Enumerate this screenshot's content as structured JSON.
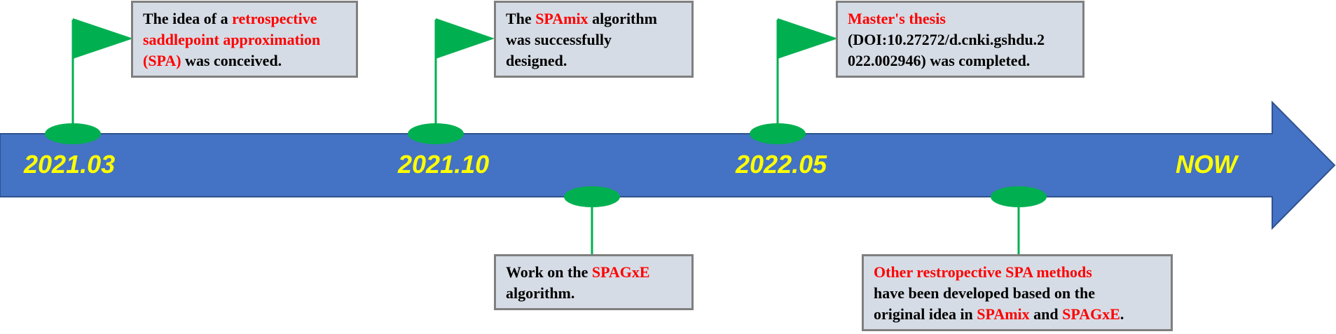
{
  "colors": {
    "arrow": "#4472c4",
    "marker": "#00b050",
    "note_fill": "#d6dce5",
    "note_border": "#7f7f7f",
    "date_text": "#ffff00",
    "highlight": "#ff0000"
  },
  "dates": {
    "d1": "2021.03",
    "d2": "2021.10",
    "d3": "2022.05",
    "now": "NOW"
  },
  "notes": {
    "n1": {
      "p1": "The idea of a ",
      "h1": "retrospective",
      "h2": "saddlepoint approximation",
      "h3": "(SPA)",
      "p2": " was conceived."
    },
    "n2": {
      "p1": "The ",
      "h1": "SPAmix",
      "p2": " algorithm",
      "p3": "was successfully",
      "p4": "designed."
    },
    "n3": {
      "h1": "Master's thesis",
      "p1": "(DOI:10.27272/d.cnki.gshdu.2",
      "p2": "022.002946) was completed."
    },
    "n4": {
      "p1": "Work on the ",
      "h1": "SPAGxE",
      "p2": "algorithm."
    },
    "n5": {
      "h1": "Other restropective SPA methods",
      "p1": "have been developed based on the",
      "p2": "original idea in ",
      "h2": "SPAmix",
      "p3": " and ",
      "h3": "SPAGxE",
      "p4": "."
    }
  }
}
